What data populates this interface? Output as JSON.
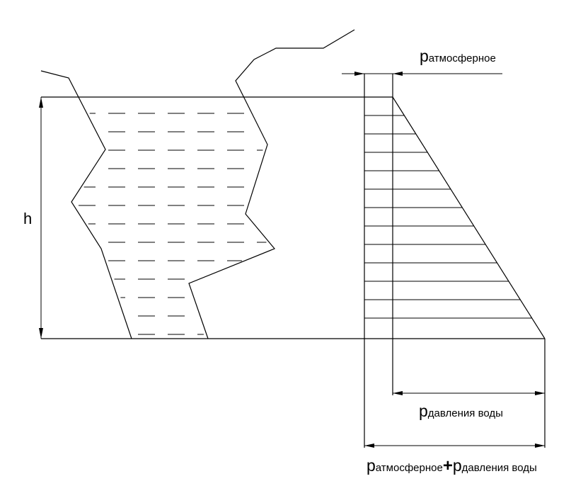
{
  "labels": {
    "height": "h",
    "p_letter": "p",
    "atmospheric": "атмосферное",
    "water_pressure": "давления воды",
    "plus": "+"
  }
}
